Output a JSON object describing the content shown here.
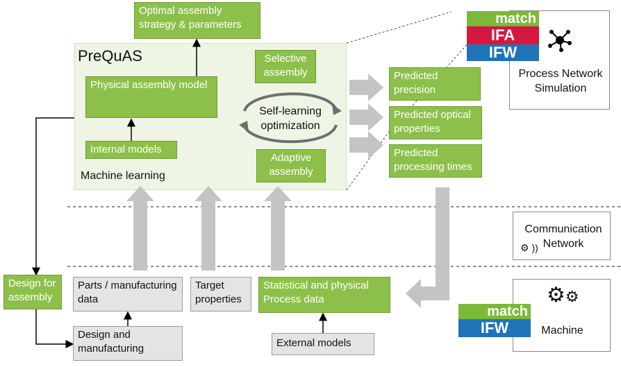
{
  "diagram": {
    "top_output": "Optimal assembly strategy & parameters",
    "prequas": {
      "title": "PreQuAS",
      "physical_model": "Physical assembly model",
      "internal_models": "Internal models",
      "machine_learning": "Machine learning",
      "selective": "Selective assembly",
      "self_learning": "Self-learning optimization",
      "adaptive": "Adaptive assembly"
    },
    "predictions": [
      "Predicted precision",
      "Predicted optical properties",
      "Predicted processing times"
    ],
    "process_network": {
      "label": "Process Network Simulation",
      "logo": [
        "match",
        "IFA",
        "IFW"
      ]
    },
    "communication": "Communication Network",
    "machine": {
      "label": "Machine",
      "logo": [
        "match",
        "IFW"
      ]
    },
    "bottom": {
      "design_for_assembly": "Design for assembly",
      "parts_data": "Parts / manufacturing data",
      "target_properties": "Target properties",
      "stat_phys_data": "Statistical and physical Process data",
      "design_manufacturing": "Design and manufacturing",
      "external_models": "External models"
    },
    "colors": {
      "green": "#8dc04a",
      "panel": "#eef5e4",
      "gray_arrow": "#c4c4c4",
      "match_green": "#7db83a",
      "ifa_red": "#d6173f",
      "ifw_blue": "#1f74b8"
    }
  }
}
